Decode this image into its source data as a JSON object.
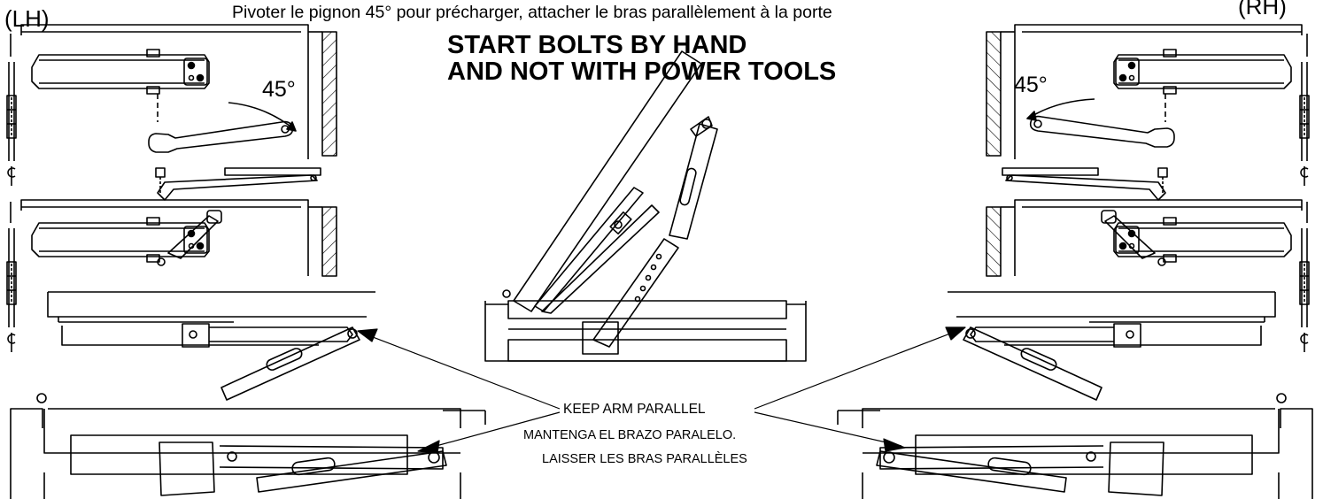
{
  "header": {
    "instruction_fr": "Pivoter le pignon 45° pour précharger, attacher le bras parallèlement à la porte",
    "left_hand_label": "(LH)",
    "right_hand_label": "(RH)"
  },
  "warning": {
    "line1": "START BOLTS BY HAND",
    "line2": "AND NOT WITH POWER TOOLS"
  },
  "angle_labels": {
    "left": "45°",
    "right": "45°"
  },
  "callout": {
    "en": "KEEP ARM PARALLEL",
    "es": "MANTENGA EL BRAZO PARALELO.",
    "fr": "LAISSER LES BRAS PARALLÈLES"
  },
  "colors": {
    "line": "#000000",
    "background": "#ffffff"
  }
}
